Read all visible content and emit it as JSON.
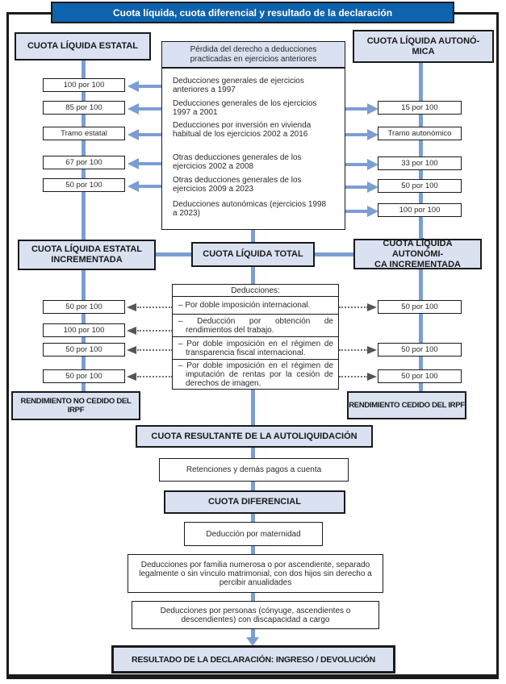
{
  "title": "Cuota líquida, cuota diferencial y resultado de la declaración",
  "colors": {
    "title_bg": "#0d63ae",
    "box_bg": "#dae1f1",
    "connector": "#7b9ed2",
    "dotted": "#6e6e6e",
    "ink": "#1a1a1a"
  },
  "top": {
    "left_header": "CUOTA LÍQUIDA ESTATAL",
    "right_header": "CUOTA LÍQUIDA AUTONÓ-\nMICA",
    "loss_header": "Pérdida del derecho a deducciones practicadas en ejercicios anteriores",
    "loss_items": [
      "Deducciones generales de ejercicios anteriores a 1997",
      "Deducciones generales de los ejercicios 1997 a 2001",
      "Deducciones por inversión en vivienda habitual de los ejercicios 2002 a 2016",
      "Otras deducciones generales de los ejercicios 2002 a 2008",
      "Otras deducciones generales de los ejercicios 2009 a 2023",
      "Deducciones autonómicas (ejercicios 1998 a 2023)"
    ],
    "left_rates": [
      "100 por 100",
      "85 por 100",
      "Tramo estatal",
      "67 por 100",
      "50 por 100"
    ],
    "right_rates": [
      "15 por 100",
      "Tramo autonómico",
      "33 por 100",
      "50 por 100",
      "100 por 100"
    ]
  },
  "middle": {
    "left_box": "CUOTA LÍQUIDA ESTATAL\nINCREMENTADA",
    "center_box": "CUOTA LÍQUIDA TOTAL",
    "right_box": "CUOTA LÍQUIDA AUTONÓMI-\nCA INCREMENTADA",
    "deductions_header": "Deducciones:",
    "deductions": [
      "– Por doble imposición internacional.",
      "– Deducción por obtención de rendimientos del trabajo.",
      "– Por doble imposición en el régimen de transparencia fiscal internacional.",
      "– Por doble imposición en el régimen de imputación de rentas por la cesión de derechos de imagen."
    ],
    "left_rates": [
      "50 por 100",
      "100 por 100",
      "50 por 100",
      "50 por 100"
    ],
    "right_rates": [
      "50 por 100",
      "50 por 100",
      "50 por 100"
    ],
    "left_result": "RENDIMIENTO NO CEDIDO DEL IRPF",
    "right_result": "RENDIMIENTO CEDIDO DEL IRPF"
  },
  "bottom": {
    "resultante": "CUOTA RESULTANTE DE LA AUTOLIQUIDACIÓN",
    "retenciones": "Retenciones y demás pagos a cuenta",
    "diferencial": "CUOTA DIFERENCIAL",
    "maternidad": "Deducción por maternidad",
    "familia": "Deducciones por familia numerosa o por ascendiente, separado legalmente o sin vínculo matrimonial, con dos hijos sin derecho a percibir anualidades",
    "discapacidad": "Deducciones por personas (cónyuge, ascendientes o descendientes) con discapacidad a cargo",
    "resultado": "RESULTADO DE LA DECLARACIÓN: INGRESO / DEVOLUCIÓN"
  }
}
